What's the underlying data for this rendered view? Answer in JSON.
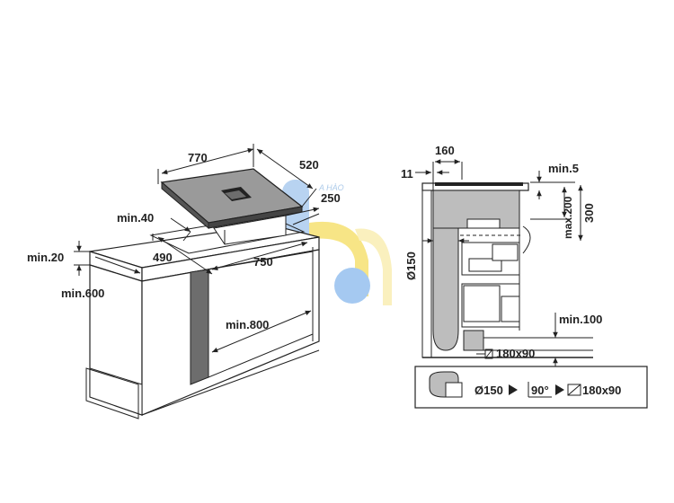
{
  "labels": {
    "dim_770": "770",
    "dim_520": "520",
    "dim_250": "250",
    "dim_min40": "min.40",
    "dim_490": "490",
    "dim_750": "750",
    "dim_min20": "min.20",
    "dim_min600": "min.600",
    "dim_min800": "min.800",
    "dim_160": "160",
    "dim_11": "11",
    "dim_min5": "min.5",
    "dim_max200": "max.200",
    "dim_300": "300",
    "dim_o150": "Ø150",
    "dim_min100": "min.100",
    "dim_duct": "180x90"
  },
  "legend": {
    "round": "Ø150",
    "bend": "90°",
    "flat": "180x90"
  },
  "watermark": {
    "text": "A HÀO",
    "colors": [
      "#4a90d9",
      "#f2d024",
      "#f5e27a"
    ]
  },
  "colors": {
    "line": "#222222",
    "panel": "#6d6d6d",
    "duct": "#bdbdbd",
    "hood": "#9a9a9a"
  }
}
